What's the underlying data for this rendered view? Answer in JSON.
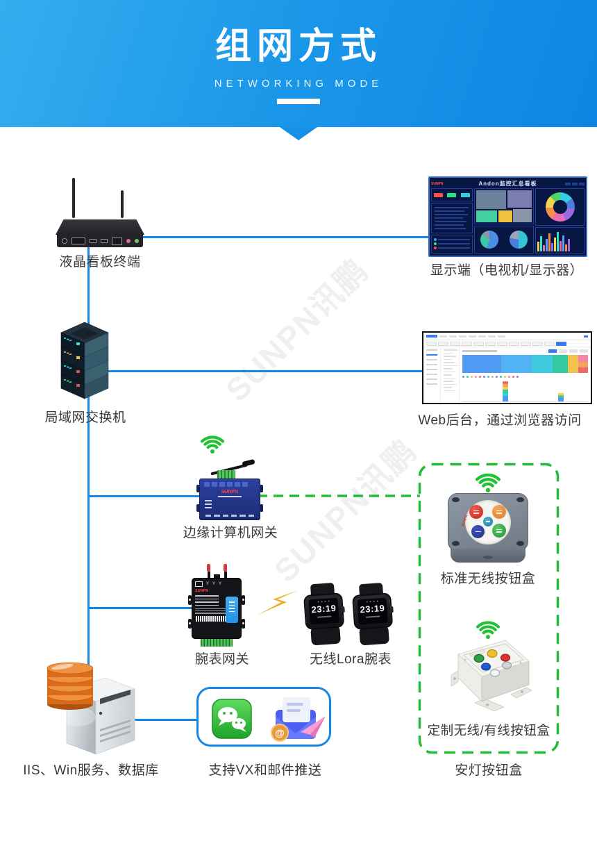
{
  "header": {
    "title": "组网方式",
    "subtitle": "NETWORKING MODE"
  },
  "watermark": {
    "text": "SUNPN讯鹏"
  },
  "colors": {
    "line_blue": "#1587e8",
    "line_green": "#23bd35",
    "header_gradient_start": "#36adef",
    "header_gradient_end": "#0c86e2",
    "wifi_green": "#1fc230",
    "label_text": "#3a3a3a"
  },
  "nodes": {
    "settop": {
      "label": "液晶看板终端"
    },
    "display": {
      "label": "显示端（电视机/显示器）",
      "screen_title": "Andon监控汇总看板",
      "screen_brand": "SUNPN"
    },
    "lan_switch": {
      "label": "局域网交换机"
    },
    "web_backend": {
      "label": "Web后台，通过浏览器访问"
    },
    "edge_gateway": {
      "label": "边缘计算机网关",
      "brand": "SUNPN"
    },
    "standard_button_box": {
      "label": "标准无线按钮盒",
      "brand": "SUNPN"
    },
    "watch_gateway": {
      "label": "腕表网关",
      "brand": "SUNPN"
    },
    "lora_watch": {
      "label": "无线Lora腕表",
      "time": "23:19"
    },
    "custom_button_box": {
      "label": "定制无线/有线按钮盒"
    },
    "andon_box_group": {
      "label": "安灯按钮盒"
    },
    "server": {
      "label": "IIS、Win服务、数据库"
    },
    "push": {
      "label": "支持VX和邮件推送",
      "at_symbol": "@"
    }
  }
}
